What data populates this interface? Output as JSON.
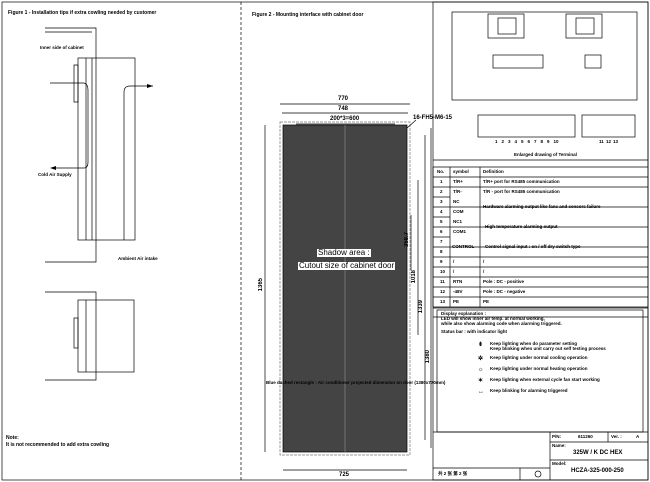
{
  "figure1": {
    "title": "Figure 1 -  Installation tips if extra cowling needed by customer",
    "inner_side": "Inner side of cabinet",
    "cold_air": "Cold Air Supply",
    "ambient_air": "Ambient Air intake",
    "note_title": "Note:",
    "note_text": "It is not recommended to add extra cowling"
  },
  "figure2": {
    "title": "Figure 2 - Mounting interface with cabinet door",
    "dim_770": "770",
    "dim_748": "748",
    "dim_600": "200*3=600",
    "holes": "16-FH5-M6-15",
    "dim_1365": "1365",
    "dim_358": "358.7",
    "dim_1018": "1018",
    "dim_1339": "1339",
    "dim_1380": "1380",
    "dim_725": "725",
    "shadow1": "Shadow area :",
    "shadow2": "Cutout size of cabinet door",
    "note": "Blue dashed rectangle : Air conditioner projected dimension on door (1380x770mm)"
  },
  "terminal": {
    "caption": "Enlarged drawing of Terminal",
    "pins_a": [
      "1",
      "2",
      "3",
      "4",
      "5",
      "6",
      "7",
      "8",
      "9",
      "10"
    ],
    "pins_b": [
      "11",
      "12",
      "13"
    ]
  },
  "table": {
    "headers": [
      "No.",
      "symbol",
      "Definition"
    ],
    "rows": [
      [
        "1",
        "T/R+",
        "T/R+ port for RS485 communication"
      ],
      [
        "2",
        "T/R-",
        "T/R - port for RS485 communication"
      ],
      [
        "3",
        "NC",
        ""
      ],
      [
        "4",
        "COM",
        ""
      ],
      [
        "5",
        "NC1",
        ""
      ],
      [
        "6",
        "COM1",
        ""
      ],
      [
        "7",
        "",
        ""
      ],
      [
        "8",
        "",
        ""
      ],
      [
        "9",
        "/",
        "/"
      ],
      [
        "10",
        "/",
        "/"
      ],
      [
        "11",
        "RTN",
        "Pole : DC - positive"
      ],
      [
        "12",
        "-48V",
        "Pole : DC - negative"
      ],
      [
        "13",
        "PE",
        "PE"
      ]
    ],
    "merged": {
      "nc_com": "Hardware alarming output like fans and sensors failure",
      "nc1_com1": "High temperature alarming output",
      "control_sym": "CONTROL",
      "control_def": "Control signal input : on / off dry switch  type"
    }
  },
  "display": {
    "title": "Display explanation :",
    "line1": "LED will show inner air temp. at normal working,",
    "line2": "while also show alarming code when alarming triggered.",
    "status": "Status bar : with indicator light",
    "items": [
      [
        "Keep lighting when do parameter setting",
        "Keep blinking when unit carry out self testing process"
      ],
      [
        "Keep lighting under normal cooling operation"
      ],
      [
        "Keep lighting under normal heating operation"
      ],
      [
        "Keep lighting when external cycle fan start working"
      ],
      [
        "Keep blinking for alarming triggered"
      ]
    ]
  },
  "titleblock": {
    "pn_label": "P/N:",
    "pn": "611260",
    "ver_label": "Ver. :",
    "ver": "A",
    "name_label": "Name:",
    "name": "325W / K DC HEX",
    "model_label": "Model:",
    "model": "HCZA-325-000-250",
    "sheets": "共 2 张   第 2 张"
  }
}
